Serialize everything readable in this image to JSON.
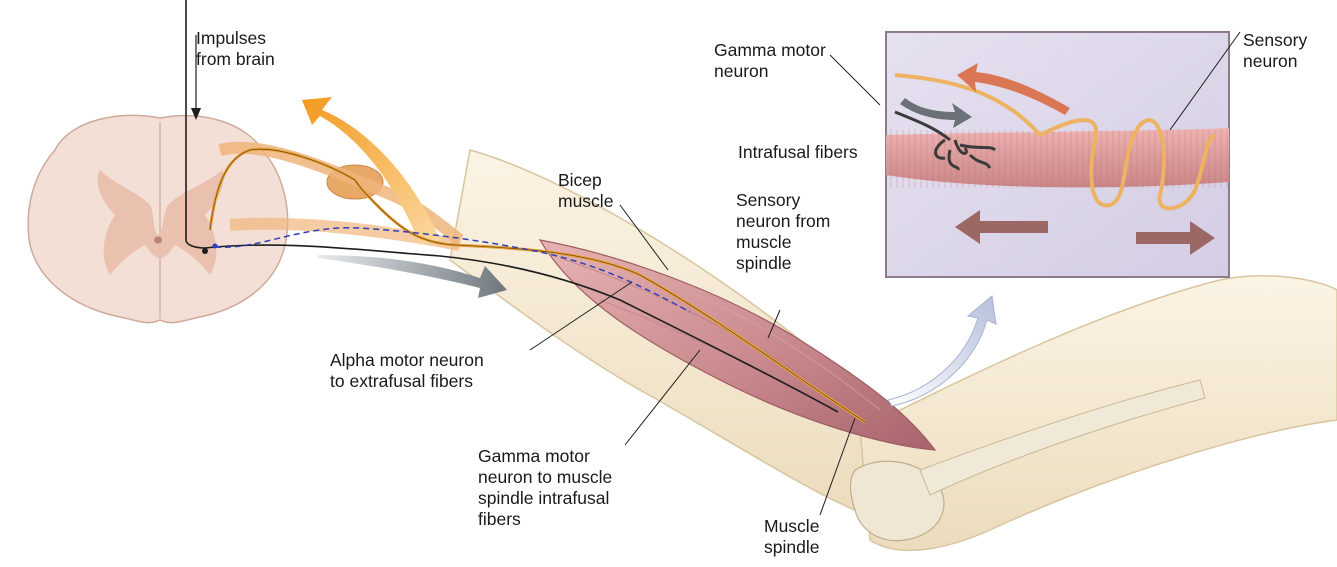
{
  "labels": {
    "impulses": [
      "Impulses",
      "from brain"
    ],
    "gamma_inset": [
      "Gamma motor",
      "neuron"
    ],
    "sensory_inset": [
      "Sensory",
      "neuron"
    ],
    "intrafusal": [
      "Intrafusal fibers"
    ],
    "bicep": [
      "Bicep",
      "muscle"
    ],
    "sensory_spindle": [
      "Sensory",
      "neuron from",
      "muscle",
      "spindle"
    ],
    "alpha": [
      "Alpha motor neuron",
      "to extrafusal fibers"
    ],
    "gamma_main": [
      "Gamma motor",
      "neuron to muscle",
      "spindle intrafusal",
      "fibers"
    ],
    "spindle": [
      "Muscle",
      "spindle"
    ]
  },
  "colors": {
    "sensory_nerve": "#e8a94a",
    "motor_nerve": "#1e1e1e",
    "gamma_nerve": "#2f3fb8",
    "muscle": "#c98a8e",
    "spinal_cord": "#f2d7cc",
    "grey_matter": "#e8b9a8",
    "skin": "#f3e7cf",
    "inset_bg": "#ddd6ea",
    "orange_arrow": "#f2a12a",
    "grey_arrow": "#7b8288",
    "stretch_arrow": "#9a6a68"
  }
}
